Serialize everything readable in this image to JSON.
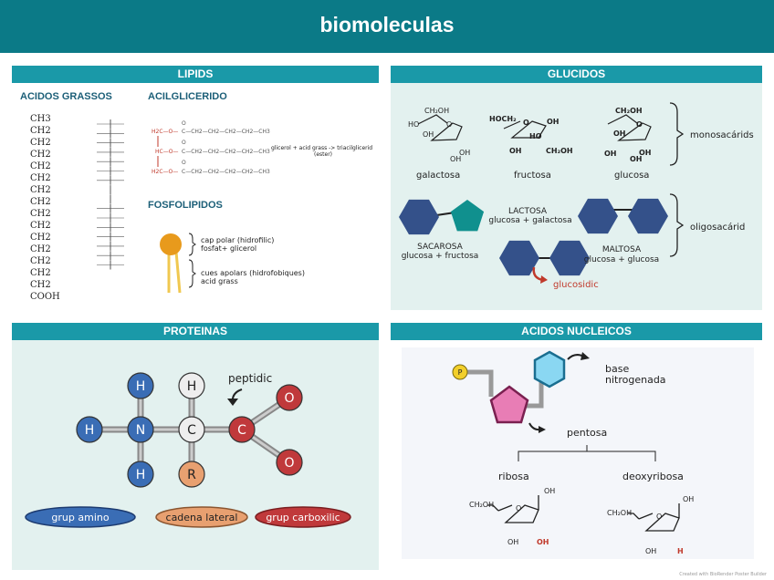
{
  "title": "biomoleculas",
  "colors": {
    "header": "#0b7a87",
    "section_bar": "#1a99a8",
    "panel_tint": "#e3f1ef",
    "hexagon": "#34518a",
    "pentagon": "#10908e",
    "accent_red": "#c0392b"
  },
  "lipids": {
    "title": "LIPIDS",
    "fatty_acids": "ACIDOS GRASSOS",
    "chain": [
      "CH3",
      "CH2",
      "CH2",
      "CH2",
      "CH2",
      "CH2",
      "CH2",
      "CH2",
      "CH2",
      "CH2",
      "CH2",
      "CH2",
      "CH2",
      "CH2",
      "CH2",
      "COOH"
    ],
    "acylglyceride": "ACILGLICERIDO",
    "acyl_rows": [
      {
        "head": "H2C—O—",
        "tail": "C—CH2—CH2—CH2—CH2—CH3"
      },
      {
        "head": "HC—O—",
        "tail": "C—CH2—CH2—CH2—CH2—CH3"
      },
      {
        "head": "H2C—O—",
        "tail": "C—CH2—CH2—CH2—CH2—CH3"
      }
    ],
    "acyl_o": "O",
    "reaction": "glicerol + acid grass -> triacilglicerid",
    "reaction_note": "(ester)",
    "phospholipids": "FOSFOLIPIDOS",
    "head_line1": "cap polar (hidrofilic)",
    "head_line2": "fosfat+ glicerol",
    "tail_line1": "cues apolars (hidrofobiques)",
    "tail_line2": "acid grass"
  },
  "glucids": {
    "title": "GLUCIDOS",
    "galactose": "galactosa",
    "fructose": "fructosa",
    "glucose": "glucosa",
    "mono": "monosacárids",
    "oligo": "oligosacárid",
    "lactose": "LACTOSA",
    "lactose_desc": "glucosa + galactosa",
    "sucrose": "SACAROSA",
    "sucrose_desc": "glucosa + fructosa",
    "maltose": "MALTOSA",
    "maltose_desc": "glucosa + glucosa",
    "bond": "glucosidic",
    "labels": {
      "ch2oh": "CH₂OH",
      "hoch2": "HOCH₂",
      "oh": "OH",
      "ho": "HO",
      "o": "O"
    }
  },
  "proteins": {
    "title": "PROTEINAS",
    "atoms": {
      "h": "H",
      "n": "N",
      "c": "C",
      "o": "O",
      "r": "R"
    },
    "peptide": "peptidic",
    "amino": "grup amino",
    "side": "cadena lateral",
    "carboxyl": "grup carboxilic"
  },
  "nucleic": {
    "title": "ACIDOS NUCLEICOS",
    "phosphate": "P",
    "base1": "base",
    "base2": "nitrogenada",
    "pentose": "pentosa",
    "ribose": "ribosa",
    "deoxyribose": "deoxyribosa",
    "ch2oh": "CH₂OH",
    "oh": "OH",
    "o": "O",
    "h": "H"
  },
  "credit": "Created with BioRender Poster Builder"
}
